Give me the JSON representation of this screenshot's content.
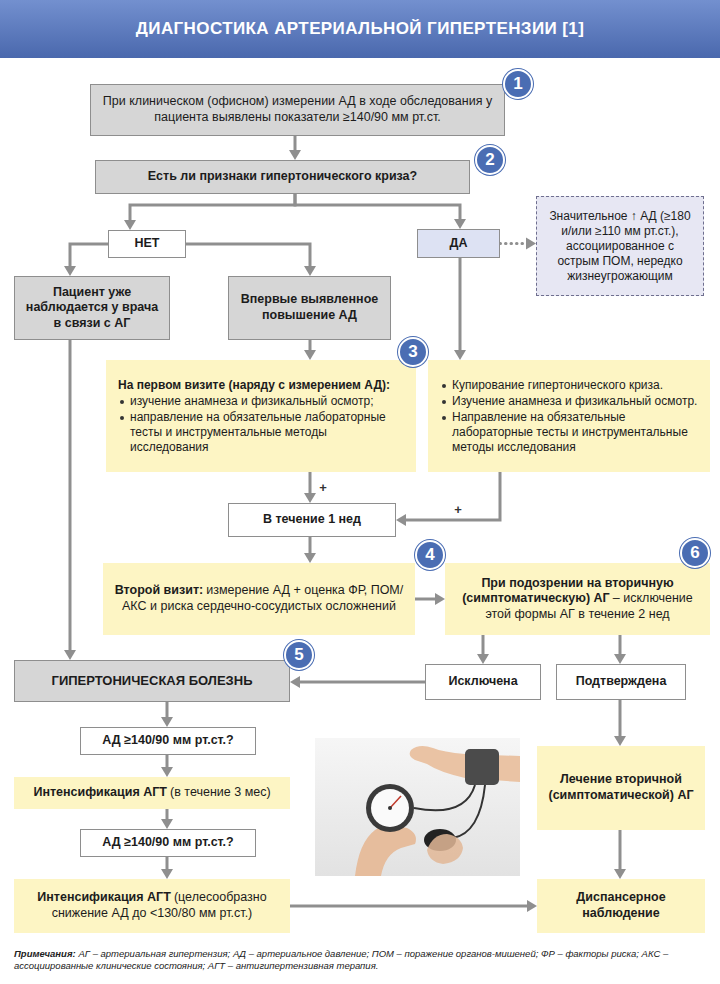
{
  "diagram": {
    "title": "ДИАГНОСТИКА АРТЕРИАЛЬНОЙ ГИПЕРТЕНЗИИ [1]",
    "nodes": [
      {
        "text": [
          "При клиническом (офисном) измерении АД в ходе обследования у пациента выявлены показатели ≥140/90 мм рт.ст."
        ]
      },
      {
        "text": [
          "Есть ли признаки гипертонического криза?"
        ]
      },
      {
        "text": [
          "НЕТ"
        ]
      },
      {
        "text": [
          "ДА"
        ]
      },
      {
        "text": [
          "Значительное ↑ АД (≥180 и/или ≥110 мм рт.ст.), ассоциированное с острым ПОМ, нередко жизнеугрожающим"
        ]
      },
      {
        "text": [
          "Пациент уже наблюдается у врача в связи с АГ"
        ]
      },
      {
        "text": [
          "Впервые выявленное повышение АД"
        ]
      },
      {
        "text": [
          "На первом визите (наряду с измерением АД):",
          "изучение анамнеза и физикальный осмотр;",
          "направление на обязательные лабораторные тесты и инструментальные методы исследования"
        ]
      },
      {
        "text": [
          "Купирование гипертонического криза.",
          "Изучение анамнеза и физикальный осмотр.",
          "Направление на обязательные лабораторные тесты и инструментальные методы исследования"
        ]
      },
      {
        "text": [
          "В течение 1 нед"
        ]
      },
      {
        "text": [
          "Второй визит:",
          "измерение АД + оценка ФР, ПОМ/АКС и риска сердечно-сосудистых осложнений"
        ]
      },
      {
        "text": [
          "При подозрении на вторичную (симптоматическую) АГ",
          "– исключение этой формы АГ в течение 2 нед"
        ]
      },
      {
        "text": [
          "ГИПЕРТОНИЧЕСКАЯ БОЛЕЗНЬ"
        ]
      },
      {
        "text": [
          "Исключена"
        ]
      },
      {
        "text": [
          "Подтверждена"
        ]
      },
      {
        "text": [
          "АД ≥140/90 мм рт.ст.?"
        ]
      },
      {
        "text": [
          "Интенсификация АГТ",
          "(в течение 3 мес)"
        ]
      },
      {
        "text": [
          "АД ≥140/90 мм рт.ст.?"
        ]
      },
      {
        "text": [
          "Интенсификация АГТ",
          "(целесообразно снижение АД до <130/80 мм рт.ст.)"
        ]
      },
      {
        "text": [
          "Лечение вторичной (симптоматической) АГ"
        ]
      },
      {
        "text": [
          "Диспансерное наблюдение"
        ]
      }
    ],
    "edges": [
      {
        "from": 0,
        "to": 1,
        "arrow": "to"
      },
      {
        "from": 1,
        "to": 2,
        "arrow": "to"
      },
      {
        "from": 1,
        "to": 3,
        "arrow": "to"
      },
      {
        "from": 2,
        "to": 5,
        "arrow": "to"
      },
      {
        "from": 2,
        "to": 6,
        "arrow": "to"
      },
      {
        "from": 3,
        "to": 4,
        "arrow": "to"
      },
      {
        "from": 6,
        "to": 7,
        "arrow": "to"
      },
      {
        "from": 3,
        "to": 8,
        "arrow": "to"
      },
      {
        "from": 7,
        "to": 9,
        "arrow": "to",
        "label": "+"
      },
      {
        "from": 8,
        "to": 9,
        "arrow": "to",
        "label": "+"
      },
      {
        "from": 9,
        "to": 10,
        "arrow": "to"
      },
      {
        "from": 10,
        "to": 11,
        "arrow": "to"
      },
      {
        "from": 5,
        "to": 12,
        "arrow": "to"
      },
      {
        "from": 11,
        "to": 13,
        "arrow": "to"
      },
      {
        "from": 11,
        "to": 14,
        "arrow": "to"
      },
      {
        "from": 13,
        "to": 12,
        "arrow": "to"
      },
      {
        "from": 12,
        "to": 15,
        "arrow": "to"
      },
      {
        "from": 15,
        "to": 16,
        "arrow": "to"
      },
      {
        "from": 16,
        "to": 17,
        "arrow": "to"
      },
      {
        "from": 17,
        "to": 18,
        "arrow": "to"
      },
      {
        "from": 18,
        "to": 20,
        "arrow": "to"
      },
      {
        "from": 14,
        "to": 19,
        "arrow": "to"
      },
      {
        "from": 19,
        "to": 20,
        "arrow": "to"
      }
    ],
    "labels": [
      "1",
      "2",
      "3",
      "4",
      "5",
      "6",
      "Примечания:",
      "АГ – артериальная гипертензия; АД – артериальное давление; ПОМ – поражение органов-мишеней; ФР – факторы риска; АКС – ассоциированные клинические состояния; АГТ – антигипертензивная терапия."
    ]
  }
}
